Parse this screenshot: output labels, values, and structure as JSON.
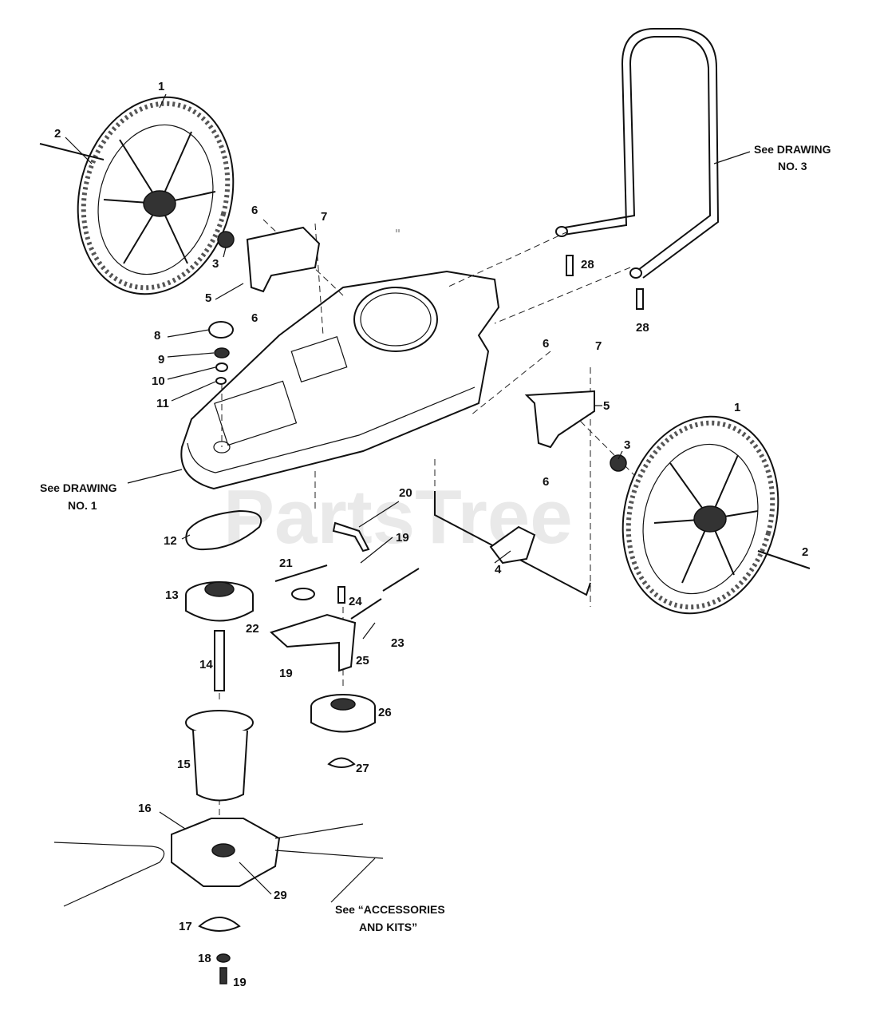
{
  "watermark": "PartsTree",
  "notes": {
    "drawing3_line1": "See DRAWING",
    "drawing3_line2": "NO. 3",
    "drawing1_line1": "See DRAWING",
    "drawing1_line2": "NO. 1",
    "accessories_line1": "See “ACCESSORIES",
    "accessories_line2": "AND KITS”"
  },
  "part_numbers": {
    "wheel_left": "1",
    "bolt_left": "2",
    "washer_left": "3",
    "bracket_left": "5",
    "bolt6_top": "6",
    "bolt6_bottom": "6",
    "washer7_left": "7",
    "cap8": "8",
    "nut9": "9",
    "washer10": "10",
    "washer11": "11",
    "belt12": "12",
    "pulley13": "13",
    "shaft14": "14",
    "housing15": "15",
    "head16": "16",
    "cover17": "17",
    "washer18": "18",
    "screw19_bottom": "19",
    "bracket20": "20",
    "spring21": "21",
    "washer22": "22",
    "spring23": "23",
    "pin24": "24",
    "arm25": "25",
    "pulley26": "26",
    "cap27": "27",
    "bolt28_a": "28",
    "bolt28_b": "28",
    "head29": "29",
    "screw19_a": "19",
    "screw19_b": "19",
    "rod4": "4",
    "wheel_right": "1",
    "bolt_right": "2",
    "washer_right": "3",
    "bracket_right": "5",
    "bolt6_r_top": "6",
    "bolt6_r_bottom": "6",
    "washer7_right": "7"
  }
}
